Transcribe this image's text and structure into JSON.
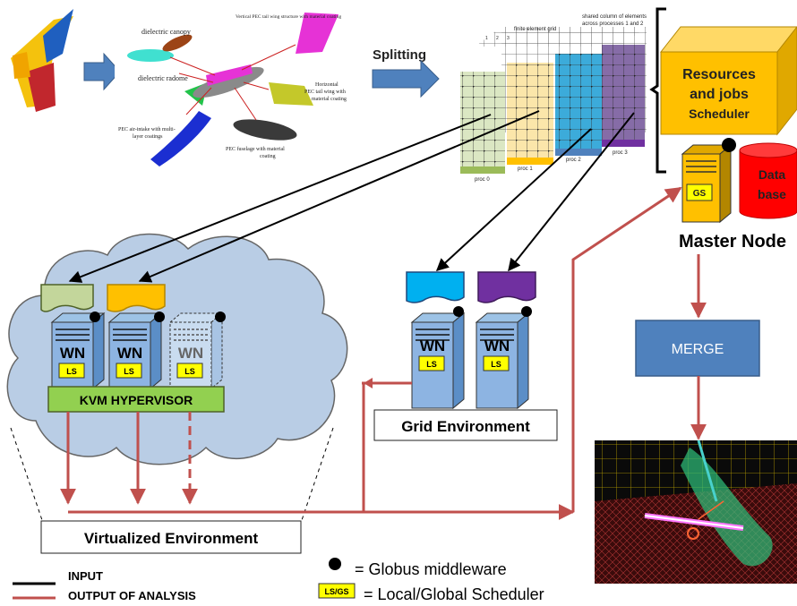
{
  "labels": {
    "splitting": "Splitting",
    "resources_line1": "Resources",
    "resources_line2": "and jobs",
    "resources_line3": "Scheduler",
    "database_line1": "Data",
    "database_line2": "base",
    "master_node": "Master Node",
    "merge": "MERGE",
    "kvm_hypervisor": "KVM HYPERVISOR",
    "grid_environment": "Grid Environment",
    "virtualized_environment": "Virtualized Environment",
    "wn": "WN",
    "ls": "LS",
    "gs": "GS"
  },
  "aircraft_parts": {
    "dielectric_canopy": "dielectric canopy",
    "vertical_tail": "Vertical PEC tail wing structure with material coating",
    "dielectric_radome": "dielectric radome",
    "horizontal_tail_1": "Horizontal",
    "horizontal_tail_2": "PEC tail wing with",
    "horizontal_tail_3": "material coating",
    "air_intake_1": "PEC air-intake with multi-",
    "air_intake_2": "layer coatings",
    "fuselage_1": "PEC fuselage with material",
    "fuselage_2": "coating"
  },
  "grid_figure": {
    "finite_element_grid": "finite element grid",
    "shared_column_1": "shared column of elements",
    "shared_column_2": "across processes 1 and 2",
    "proc0": "proc 0",
    "proc1": "proc 1",
    "proc2": "proc 2",
    "proc3": "proc 3"
  },
  "legend": {
    "input": "INPUT",
    "output": "OUTPUT OF ANALYSIS",
    "globus": "= Globus middleware",
    "scheduler_box": "LS/GS",
    "scheduler": "= Local/Global Scheduler"
  },
  "colors": {
    "input_line": "#000000",
    "output_line": "#c0504d",
    "cloud": "#b9cde5",
    "hypervisor": "#92d050",
    "scheduler_box": "#ffff00",
    "merge": "#4f81bd",
    "resources": "#ffc000",
    "database": "#ff0000",
    "block_green": "#d7e4bd",
    "block_orange": "#ffc000",
    "block_blue": "#00b0f0",
    "block_purple": "#7030a0"
  }
}
